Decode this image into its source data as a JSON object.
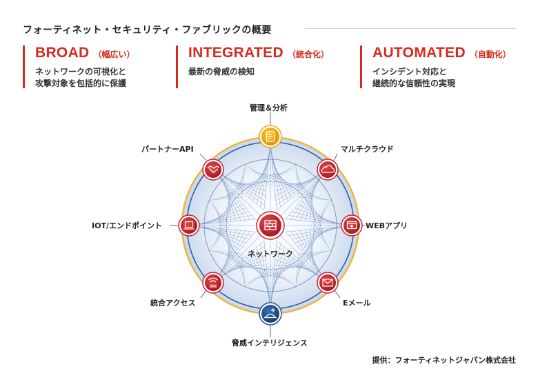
{
  "title": "フォーティネット・セキュリティ・ファブリックの概要",
  "pillars": [
    {
      "heading": "BROAD",
      "subheading": "（幅広い）",
      "desc_lines": [
        "ネットワークの可視化と",
        "攻撃対象を包括的に保護"
      ]
    },
    {
      "heading": "INTEGRATED",
      "subheading": "（統合化）",
      "desc_lines": [
        "最新の脅威の検知"
      ]
    },
    {
      "heading": "AUTOMATED",
      "subheading": "（自動化）",
      "desc_lines": [
        "インシデント対応と",
        "継続的な信頼性の実現"
      ]
    }
  ],
  "diagram": {
    "center_label": "ネットワーク",
    "nodes": {
      "top": "管理＆分析",
      "top_right": "マルチクラウド",
      "right": "WEBアプリ",
      "bottom_right": "Eメール",
      "bottom": "脅威インテリジェンス",
      "bottom_left": "統合アクセス",
      "left": "IOT/エンドポイント",
      "top_left": "パートナーAPI"
    },
    "colors": {
      "accent_red": "#c8202f",
      "mesh_blue": "#2f5f9e",
      "ring_orange": "#f0b340",
      "node_yellow": "#f5a800",
      "node_navy": "#1e4f8a"
    },
    "icons": {
      "center": "firewall-brick-icon",
      "top": "report-clipboard-icon",
      "top_right": "cloud-icon",
      "right": "web-browser-icon",
      "bottom_right": "envelope-icon",
      "bottom": "threat-intelligence-icon",
      "bottom_left": "wifi-access-icon",
      "left": "laptop-icon",
      "top_left": "handshake-icon"
    }
  },
  "credit": "提供：フォーティネットジャパン株式会社"
}
